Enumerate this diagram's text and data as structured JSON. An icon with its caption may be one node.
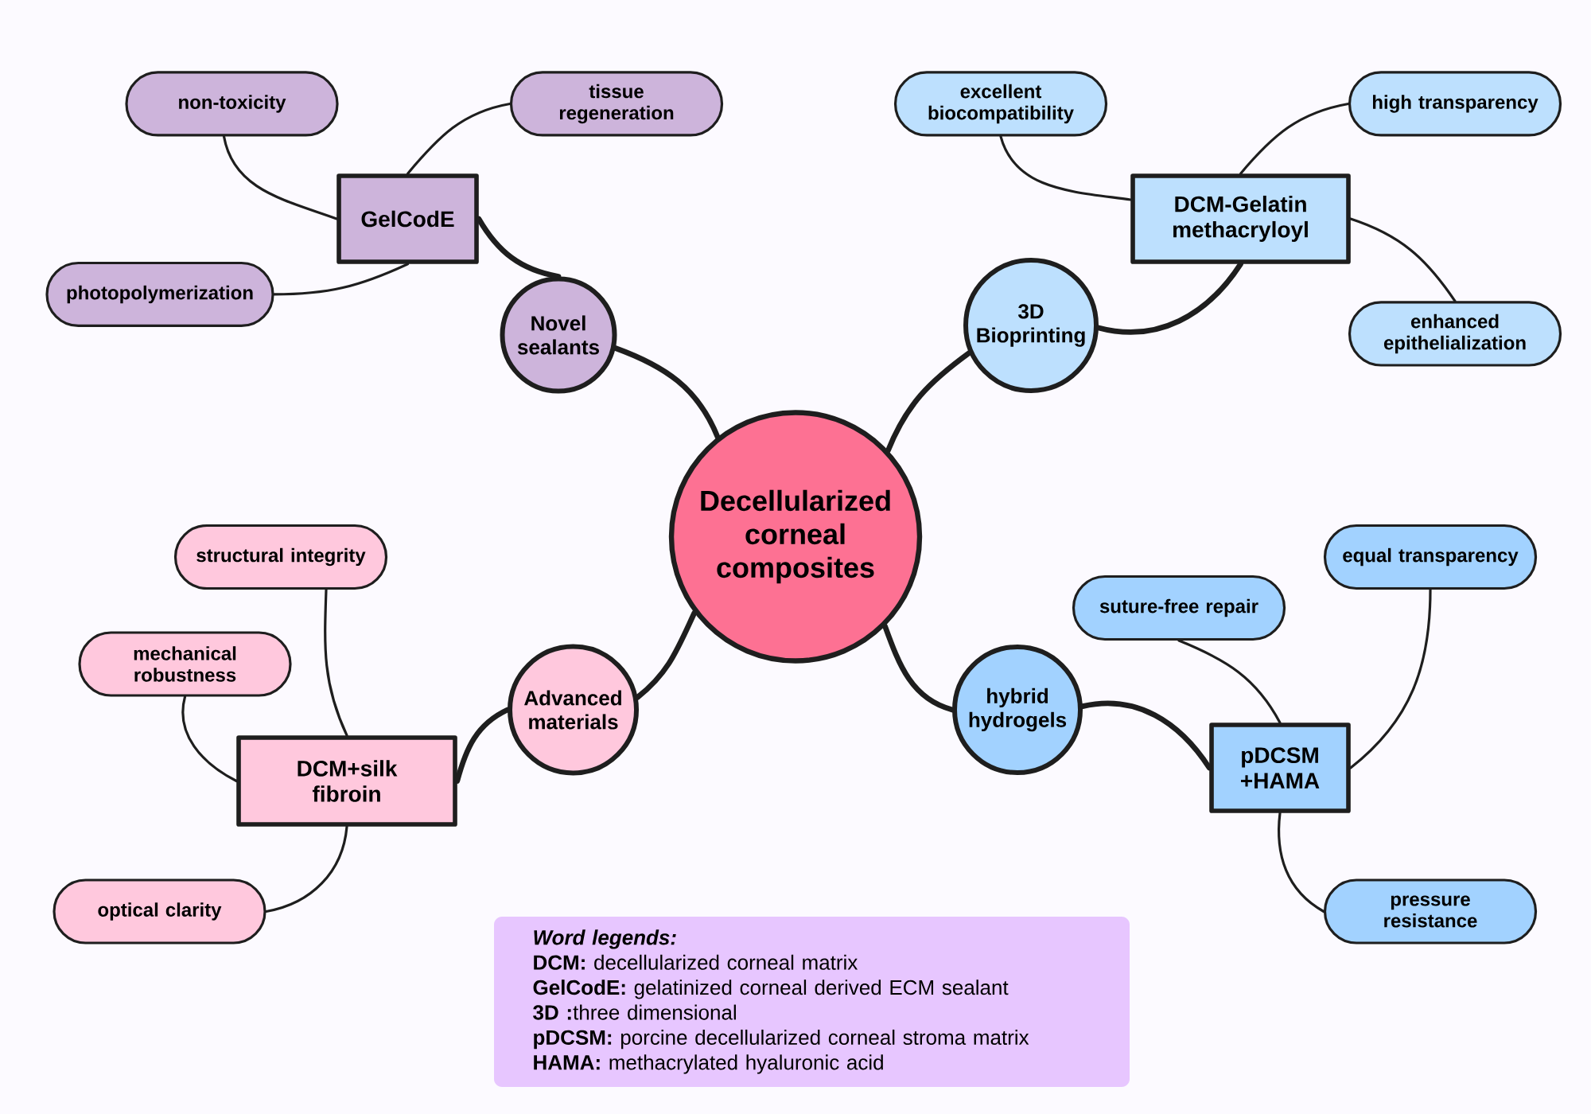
{
  "diagram": {
    "nodes": [
      {
        "text": [
          "Decellularized corneal composites"
        ]
      },
      {
        "text": [
          "Novel sealants"
        ]
      },
      {
        "text": [
          "GelCodE"
        ]
      },
      {
        "text": [
          "non-toxicity"
        ]
      },
      {
        "text": [
          "tissue regeneration"
        ]
      },
      {
        "text": [
          "photopolymerization"
        ]
      },
      {
        "text": [
          "3D Bioprinting"
        ]
      },
      {
        "text": [
          "DCM-Gelatin methacryloyl"
        ]
      },
      {
        "text": [
          "excellent biocompatibility"
        ]
      },
      {
        "text": [
          "high transparency"
        ]
      },
      {
        "text": [
          "enhanced epithelialization"
        ]
      },
      {
        "text": [
          "Advanced materials"
        ]
      },
      {
        "text": [
          "DCM+silk fibroin"
        ]
      },
      {
        "text": [
          "structural integrity"
        ]
      },
      {
        "text": [
          "mechanical robustness"
        ]
      },
      {
        "text": [
          "optical clarity"
        ]
      },
      {
        "text": [
          "hybrid hydrogels"
        ]
      },
      {
        "text": [
          "pDCSM +HAMA"
        ]
      },
      {
        "text": [
          "suture-free repair"
        ]
      },
      {
        "text": [
          "equal transparency"
        ]
      },
      {
        "text": [
          "pressure resistance"
        ]
      },
      {
        "text": [
          "Word legends:",
          "**DCM:** decellularized corneal matrix",
          "**GelCodE:** gelatinized corneal derived ECM sealant",
          "**3D :**three dimensional",
          "**pDCSM:** porcine decellularized corneal stroma matrix",
          "**HAMA:** methacrylated hyaluronic acid"
        ]
      }
    ],
    "edges": [
      {
        "from": 0,
        "to": 1,
        "arrow": "none",
        "style": "thick"
      },
      {
        "from": 1,
        "to": 2,
        "arrow": "none",
        "style": "thick"
      },
      {
        "from": 2,
        "to": 3,
        "arrow": "none"
      },
      {
        "from": 2,
        "to": 4,
        "arrow": "none"
      },
      {
        "from": 2,
        "to": 5,
        "arrow": "none"
      },
      {
        "from": 0,
        "to": 6,
        "arrow": "none",
        "style": "thick"
      },
      {
        "from": 6,
        "to": 7,
        "arrow": "none",
        "style": "thick"
      },
      {
        "from": 7,
        "to": 8,
        "arrow": "none"
      },
      {
        "from": 7,
        "to": 9,
        "arrow": "none"
      },
      {
        "from": 7,
        "to": 10,
        "arrow": "none"
      },
      {
        "from": 0,
        "to": 11,
        "arrow": "none",
        "style": "thick"
      },
      {
        "from": 11,
        "to": 12,
        "arrow": "none",
        "style": "thick"
      },
      {
        "from": 12,
        "to": 13,
        "arrow": "none"
      },
      {
        "from": 12,
        "to": 14,
        "arrow": "none"
      },
      {
        "from": 12,
        "to": 15,
        "arrow": "none"
      },
      {
        "from": 0,
        "to": 16,
        "arrow": "none",
        "style": "thick"
      },
      {
        "from": 16,
        "to": 17,
        "arrow": "none",
        "style": "thick"
      },
      {
        "from": 17,
        "to": 18,
        "arrow": "none"
      },
      {
        "from": 17,
        "to": 19,
        "arrow": "none"
      },
      {
        "from": 17,
        "to": 20,
        "arrow": "none"
      }
    ]
  }
}
